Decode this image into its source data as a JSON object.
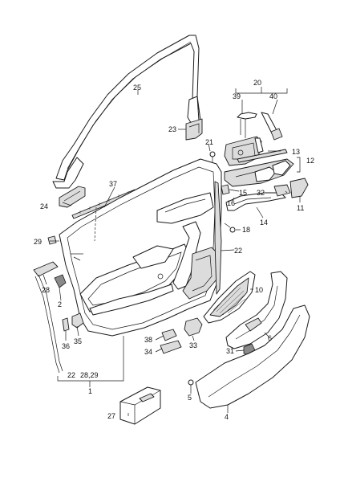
{
  "callouts": {
    "c1": "1",
    "c2": "2",
    "c4": "4",
    "c5": "5",
    "c6": "6",
    "c10": "10",
    "c11": "11",
    "c12": "12",
    "c13": "13",
    "c14": "14",
    "c15": "15",
    "c16": "16",
    "c18": "18",
    "c20": "20",
    "c21": "21",
    "c22a": "22",
    "c22b": "22",
    "c2829": "28,29",
    "c23": "23",
    "c24": "24",
    "c25": "25",
    "c27": "27",
    "c28": "28",
    "c29": "29",
    "c31": "31",
    "c32": "32",
    "c33": "33",
    "c34": "34",
    "c35": "35",
    "c36": "36",
    "c37": "37",
    "c38": "38",
    "c39": "39",
    "c40": "40"
  }
}
